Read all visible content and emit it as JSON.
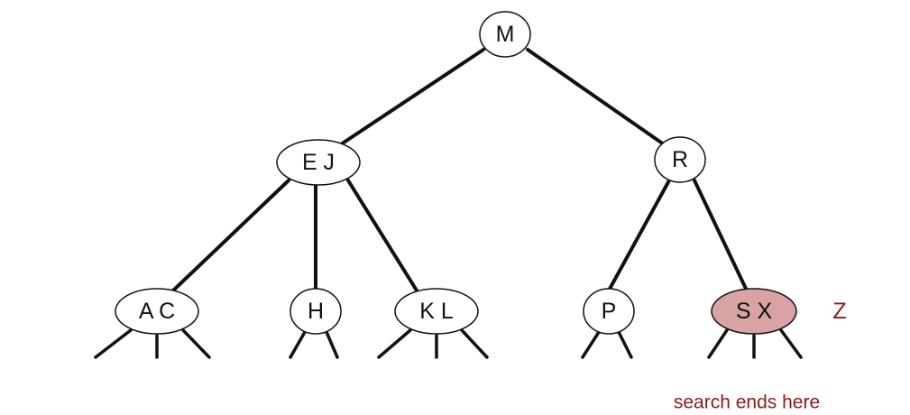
{
  "tree": {
    "root": {
      "keys": "M"
    },
    "left_internal": {
      "keys": "E J"
    },
    "right_internal": {
      "keys": "R"
    },
    "leaves": [
      {
        "keys": "A C",
        "highlighted": false
      },
      {
        "keys": "H",
        "highlighted": false
      },
      {
        "keys": "K L",
        "highlighted": false
      },
      {
        "keys": "P",
        "highlighted": false
      },
      {
        "keys": "S X",
        "highlighted": true
      }
    ]
  },
  "insert_key": "Z",
  "caption": "search ends here",
  "colors": {
    "highlight_fill": "#d9a3a3",
    "annotation": "#8b1a1a",
    "edge": "#111111"
  }
}
